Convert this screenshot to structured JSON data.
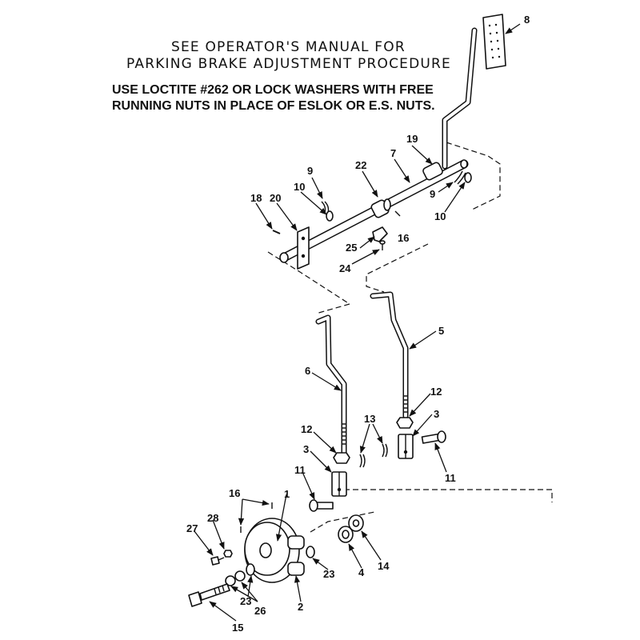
{
  "notes": {
    "line1": "SEE OPERATOR'S MANUAL FOR",
    "line2": "PARKING BRAKE ADJUSTMENT PROCEDURE",
    "line3": "USE LOCTITE #262 OR LOCK WASHERS WITH FREE",
    "line4": "RUNNING NUTS IN PLACE OF ESLOK OR E.S. NUTS."
  },
  "callouts": {
    "c1": "1",
    "c2": "2",
    "c3a": "3",
    "c3b": "3",
    "c4": "4",
    "c5": "5",
    "c6": "6",
    "c7": "7",
    "c8": "8",
    "c9a": "9",
    "c9b": "9",
    "c10a": "10",
    "c10b": "10",
    "c11a": "11",
    "c11b": "11",
    "c12a": "12",
    "c12b": "12",
    "c13": "13",
    "c14": "14",
    "c15": "15",
    "c16a": "16",
    "c16b": "16",
    "c18": "18",
    "c19": "19",
    "c20": "20",
    "c22": "22",
    "c23a": "23",
    "c23b": "23",
    "c24": "24",
    "c25": "25",
    "c26": "26",
    "c27": "27",
    "c28": "28"
  }
}
